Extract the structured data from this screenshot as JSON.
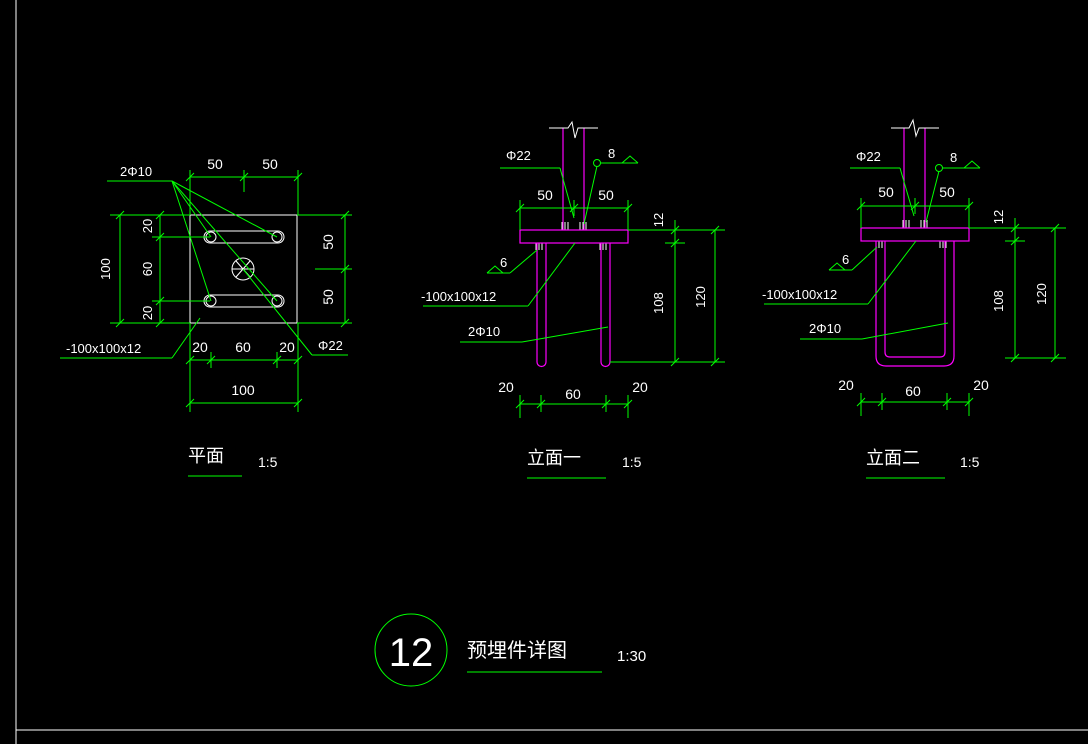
{
  "colors": {
    "background": "#000000",
    "dimension": "#00ff00",
    "outline": "#ffffff",
    "steel": "#ff00ff"
  },
  "plan": {
    "title": "平面",
    "scale": "1:5",
    "dims": {
      "top_left": "50",
      "top_right": "50",
      "left_top": "20",
      "left_mid": "60",
      "left_bot": "20",
      "left_total": "100",
      "right_top": "50",
      "right_bot": "50",
      "bottom_left": "20",
      "bottom_mid": "60",
      "bottom_right": "20",
      "bottom_total": "100"
    },
    "labels": {
      "rebar": "2Φ10",
      "plate": "-100x100x12",
      "bolt": "Φ22"
    }
  },
  "elev1": {
    "title": "立面一",
    "scale": "1:5",
    "dims": {
      "top_left": "50",
      "top_right": "50",
      "right_thk": "12",
      "right_inner": "108",
      "right_total": "120",
      "bottom_left": "20",
      "bottom_mid": "60",
      "bottom_right": "20"
    },
    "labels": {
      "bolt": "Φ22",
      "weld_top": "8",
      "weld_side": "6",
      "plate": "-100x100x12",
      "rebar": "2Φ10"
    }
  },
  "elev2": {
    "title": "立面二",
    "scale": "1:5",
    "dims": {
      "top_left": "50",
      "top_right": "50",
      "right_thk": "12",
      "right_inner": "108",
      "right_total": "120",
      "bottom_left": "20",
      "bottom_mid": "60",
      "bottom_right": "20"
    },
    "labels": {
      "bolt": "Φ22",
      "weld_top": "8",
      "weld_side": "6",
      "plate": "-100x100x12",
      "rebar": "2Φ10"
    }
  },
  "detail": {
    "number": "12",
    "title": "预埋件详图",
    "scale": "1:30"
  }
}
